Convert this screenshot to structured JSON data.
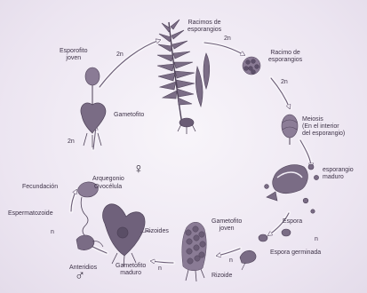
{
  "labels": {
    "racimos": [
      "Racimos de",
      "esporangios"
    ],
    "racimo": [
      "Racimo de",
      "esporangios"
    ],
    "meiosis": [
      "Meiosis",
      "(En el interior",
      "del esporangio)"
    ],
    "esporangio_maduro": [
      "esporangio",
      "maduro"
    ],
    "espora": "Espora",
    "espora_germinada": "Espora germinada",
    "gametofito_joven": [
      "Gametofito",
      "joven"
    ],
    "rizoide": "Rizoide",
    "rizoides": "Rizoides",
    "gametofito_maduro": [
      "Gametofito",
      "maduro"
    ],
    "anteridios": "Anteridios",
    "espermatozoide": "Espermatozoide",
    "fecundacion": "Fecundación",
    "arquegonio": "Arquegonio",
    "ovocelula": "Ovocélula",
    "gametofito": "Gametofito",
    "esporofito_joven": [
      "Esporofito",
      "joven"
    ]
  },
  "ploidy": {
    "top_left": "2n",
    "racimos": "2n",
    "racimo": "2n",
    "left": "2n",
    "espora": "n",
    "rizoide": "n",
    "bottom": "n",
    "left_lower": "n"
  },
  "symbols": {
    "female": "♀",
    "male": "♂"
  },
  "colors": {
    "ink": "#3e3348",
    "art": "#5b4d66",
    "paper": "#f1ecf5"
  }
}
